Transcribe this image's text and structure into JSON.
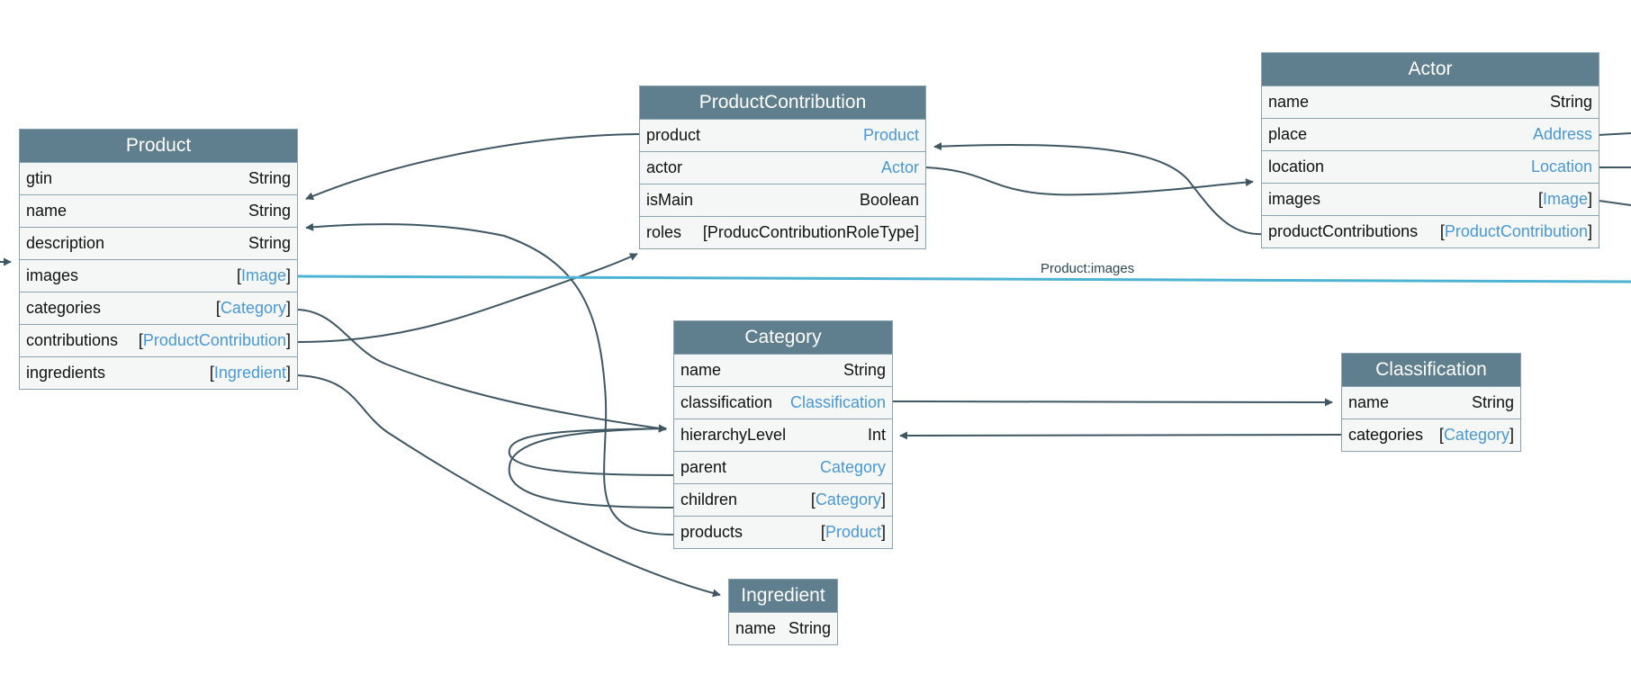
{
  "colors": {
    "header_bg": "#607f8e",
    "border": "#8aa2ad",
    "row_bg": "#f5f6f6",
    "type_link": "#4a98d3",
    "edge": "#3f5763",
    "highlight_edge": "#4fb3d4"
  },
  "nodes": {
    "product": {
      "title": "Product",
      "fields": [
        {
          "name": "gtin",
          "type": "String",
          "is_link": false,
          "is_list": false
        },
        {
          "name": "name",
          "type": "String",
          "is_link": false,
          "is_list": false
        },
        {
          "name": "description",
          "type": "String",
          "is_link": false,
          "is_list": false
        },
        {
          "name": "images",
          "type": "Image",
          "is_link": true,
          "is_list": true
        },
        {
          "name": "categories",
          "type": "Category",
          "is_link": true,
          "is_list": true
        },
        {
          "name": "contributions",
          "type": "ProductContribution",
          "is_link": true,
          "is_list": true
        },
        {
          "name": "ingredients",
          "type": "Ingredient",
          "is_link": true,
          "is_list": true
        }
      ]
    },
    "product_contribution": {
      "title": "ProductContribution",
      "fields": [
        {
          "name": "product",
          "type": "Product",
          "is_link": true,
          "is_list": false
        },
        {
          "name": "actor",
          "type": "Actor",
          "is_link": true,
          "is_list": false
        },
        {
          "name": "isMain",
          "type": "Boolean",
          "is_link": false,
          "is_list": false
        },
        {
          "name": "roles",
          "type": "ProducContributionRoleType",
          "is_link": false,
          "is_list": true
        }
      ]
    },
    "actor": {
      "title": "Actor",
      "fields": [
        {
          "name": "name",
          "type": "String",
          "is_link": false,
          "is_list": false
        },
        {
          "name": "place",
          "type": "Address",
          "is_link": true,
          "is_list": false
        },
        {
          "name": "location",
          "type": "Location",
          "is_link": true,
          "is_list": false
        },
        {
          "name": "images",
          "type": "Image",
          "is_link": true,
          "is_list": true
        },
        {
          "name": "productContributions",
          "type": "ProductContribution",
          "is_link": true,
          "is_list": true
        }
      ]
    },
    "category": {
      "title": "Category",
      "fields": [
        {
          "name": "name",
          "type": "String",
          "is_link": false,
          "is_list": false
        },
        {
          "name": "classification",
          "type": "Classification",
          "is_link": true,
          "is_list": false
        },
        {
          "name": "hierarchyLevel",
          "type": "Int",
          "is_link": false,
          "is_list": false
        },
        {
          "name": "parent",
          "type": "Category",
          "is_link": true,
          "is_list": false
        },
        {
          "name": "children",
          "type": "Category",
          "is_link": true,
          "is_list": true
        },
        {
          "name": "products",
          "type": "Product",
          "is_link": true,
          "is_list": true
        }
      ]
    },
    "classification": {
      "title": "Classification",
      "fields": [
        {
          "name": "name",
          "type": "String",
          "is_link": false,
          "is_list": false
        },
        {
          "name": "categories",
          "type": "Category",
          "is_link": true,
          "is_list": true
        }
      ]
    },
    "ingredient": {
      "title": "Ingredient",
      "fields": [
        {
          "name": "name",
          "type": "String",
          "is_link": false,
          "is_list": false
        }
      ]
    }
  },
  "edge_labels": {
    "product_images": "Product:images"
  }
}
